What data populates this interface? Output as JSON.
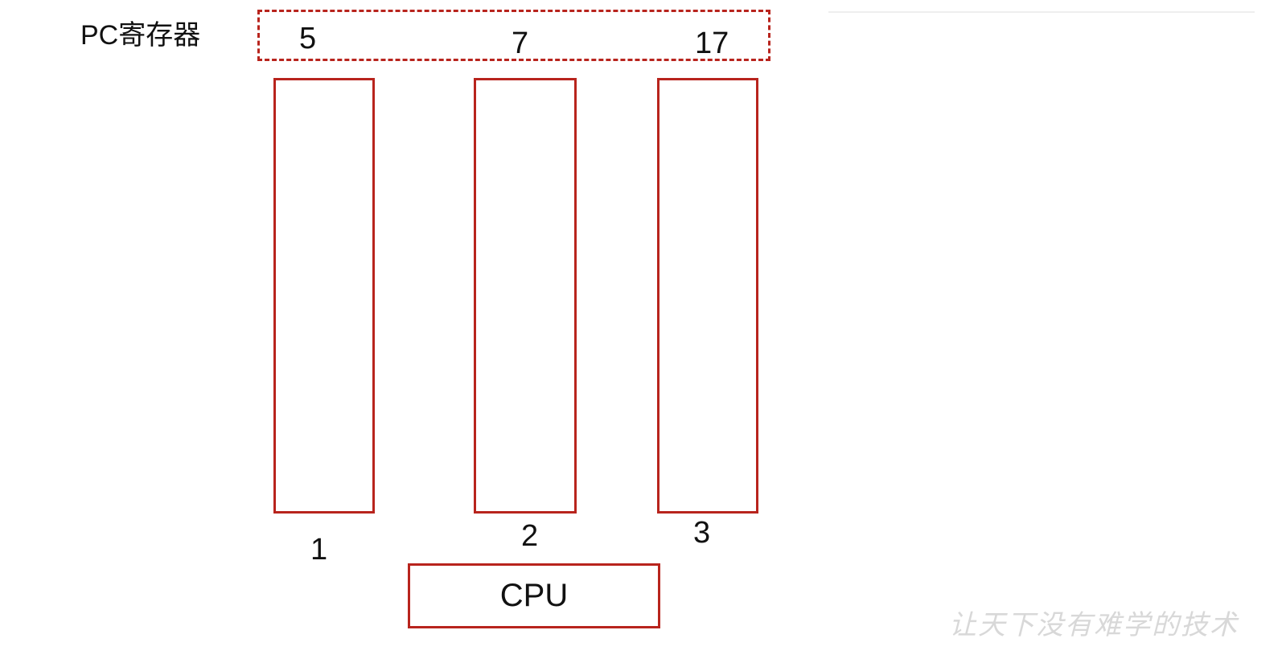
{
  "pc_register": {
    "label": "PC寄存器",
    "values": [
      "5",
      "7",
      "17"
    ]
  },
  "threads": [
    {
      "label": "1"
    },
    {
      "label": "2"
    },
    {
      "label": "3"
    }
  ],
  "cpu": {
    "label": "CPU"
  },
  "watermark": "让天下没有难学的技术",
  "colors": {
    "stroke": "#b8241d",
    "text": "#111111",
    "watermark": "#d8d8d8"
  }
}
